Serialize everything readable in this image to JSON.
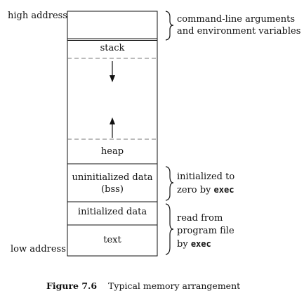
{
  "left_labels": {
    "high": "high address",
    "low": "low address"
  },
  "segments": {
    "stack": "stack",
    "heap": "heap",
    "bss_line1": "uninitialized data",
    "bss_line2": "(bss)",
    "data": "initialized data",
    "text": "text"
  },
  "annotations": {
    "args_line1": "command-line arguments",
    "args_line2": "and environment variables",
    "bss_line1": "initialized to",
    "bss_line2_prefix": "zero by ",
    "bss_line2_code": "exec",
    "prog_line1": "read from",
    "prog_line2": "program file",
    "prog_line3_prefix": "by ",
    "prog_line3_code": "exec"
  },
  "caption": {
    "figure": "Figure 7.6",
    "title": "Typical memory arrangement"
  }
}
